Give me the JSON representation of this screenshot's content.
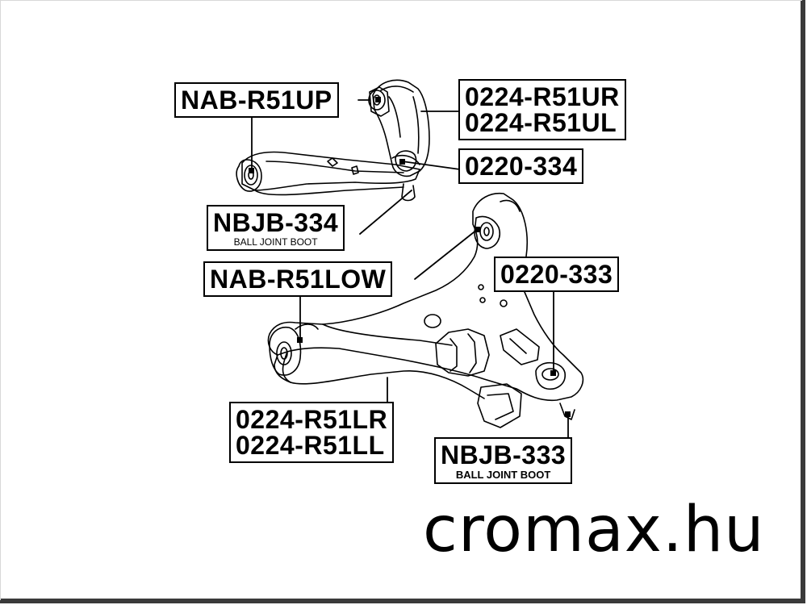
{
  "labels": {
    "nab_r51up": "NAB-R51UP",
    "upper_arm_r": "0224-R51UR",
    "upper_arm_l": "0224-R51UL",
    "upper_bush": "0220-334",
    "nbjb_334": "NBJB-334",
    "nbjb_334_sub": "BALL JOINT BOOT",
    "nab_r51low": "NAB-R51LOW",
    "lower_bush": "0220-333",
    "lower_arm_r": "0224-R51LR",
    "lower_arm_l": "0224-R51LL",
    "nbjb_333": "NBJB-333",
    "nbjb_333_sub": "BALL JOINT BOOT"
  },
  "brand": "cromax.hu"
}
